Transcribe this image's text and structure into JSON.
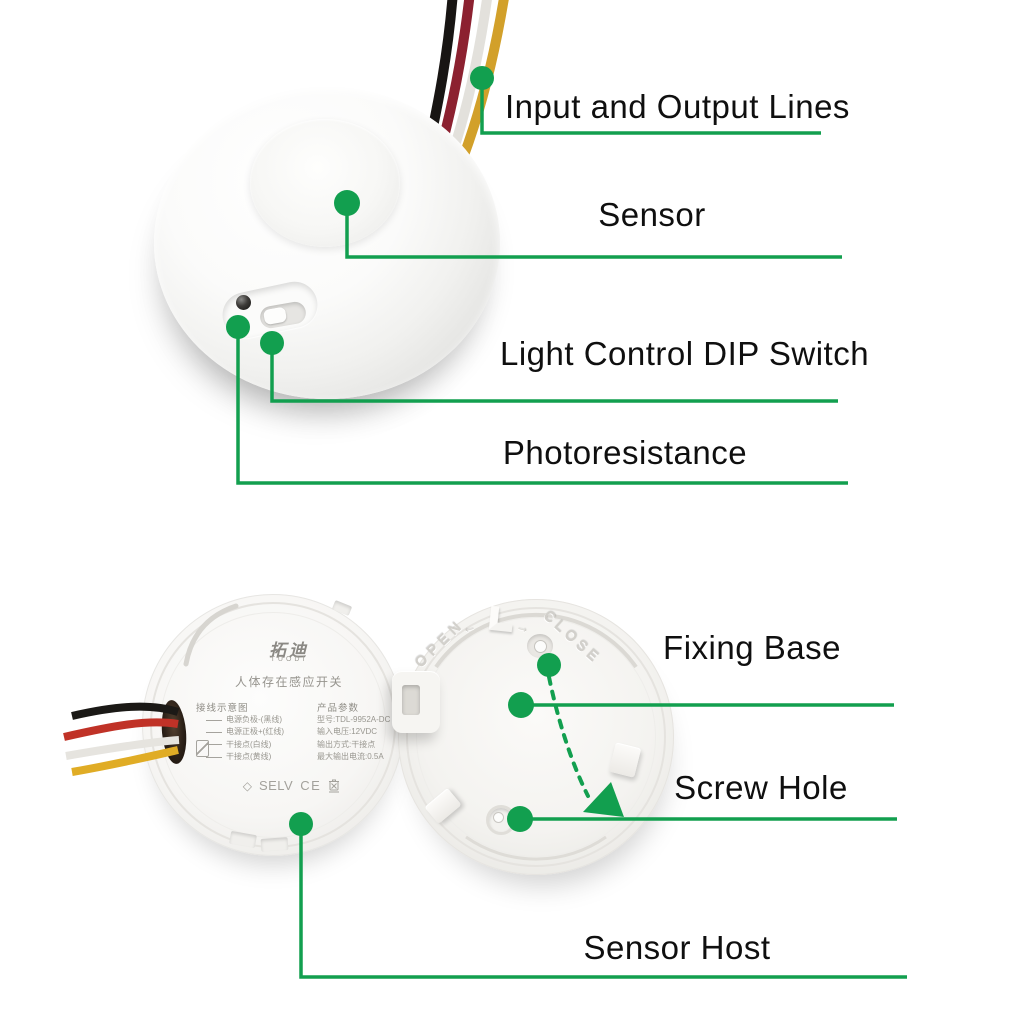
{
  "colors": {
    "accent_green": "#129F4F",
    "label_text": "#0F0F0F"
  },
  "labels": {
    "input_output": "Input and Output Lines",
    "sensor": "Sensor",
    "dip_switch": "Light Control DIP Switch",
    "photoresistance": "Photoresistance",
    "fixing_base": "Fixing Base",
    "screw_hole": "Screw Hole",
    "sensor_host": "Sensor Host"
  },
  "host_back_print": {
    "brand_cn": "拓迪",
    "brand_en": "TUODI",
    "product_name": "人体存在感应开关",
    "wiring_heading": "接线示意图",
    "wiring_rows": [
      "电源负极-(黑线)",
      "电源正极+(红线)",
      "干接点(白线)",
      "干接点(黄线)"
    ],
    "params_heading": "产品参数",
    "params_rows": [
      "型号:TDL-9952A-DC",
      "输入电压:12VDC",
      "输出方式:干接点",
      "最大输出电流:0.5A"
    ],
    "cert_selv": "SELV",
    "cert_ce": "CE"
  },
  "fixing_base_print": {
    "open": "OPEN",
    "close": "CLOSE",
    "open_arrow": "←",
    "close_arrow": "→"
  },
  "icons": {
    "diamond": "◇"
  }
}
